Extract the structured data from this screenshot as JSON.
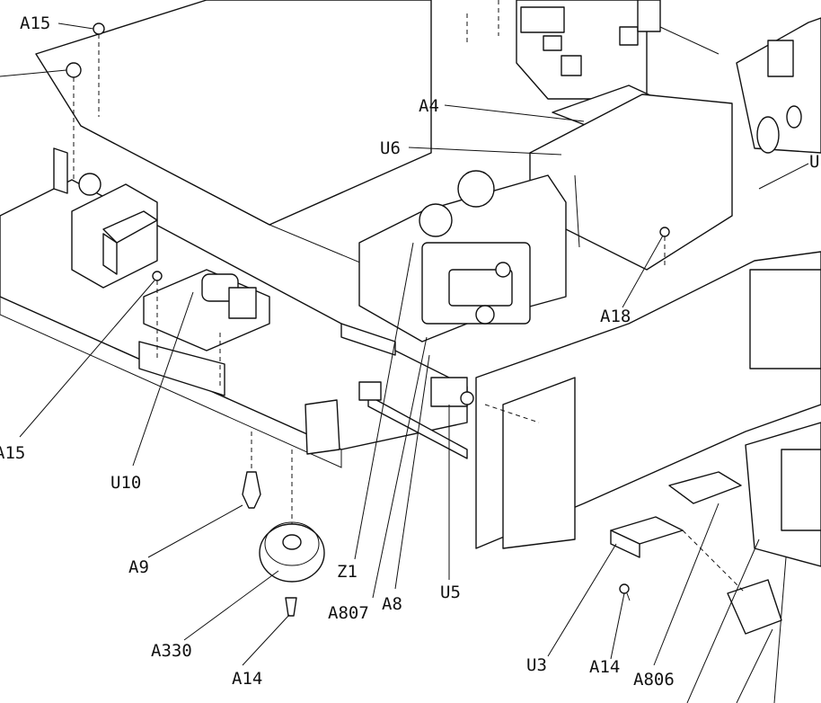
{
  "callouts": {
    "a15_top": "A15",
    "a4": "A4",
    "u6": "U6",
    "u_right": "U",
    "a18": "A18",
    "a15_left": "A15",
    "u10": "U10",
    "a9": "A9",
    "z1": "Z1",
    "a807": "A807",
    "a8": "A8",
    "u5": "U5",
    "a330": "A330",
    "a14_bottom": "A14",
    "u3": "U3",
    "a14_right": "A14",
    "a806": "A806"
  }
}
